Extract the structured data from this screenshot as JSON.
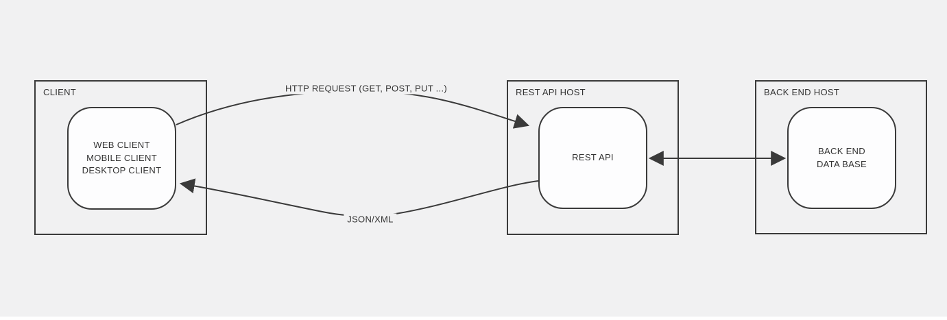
{
  "colors": {
    "background": "#f1f1f2",
    "node-fill": "#fdfdfe",
    "stroke": "#3a3a3a",
    "text": "#333333"
  },
  "nodes": {
    "client": {
      "host_label": "CLIENT",
      "lines": [
        "WEB CLIENT",
        "MOBILE CLIENT",
        "DESKTOP CLIENT"
      ]
    },
    "rest_api": {
      "host_label": "REST API HOST",
      "lines": [
        "REST API"
      ]
    },
    "backend": {
      "host_label": "BACK END HOST",
      "lines": [
        "BACK END",
        "DATA BASE"
      ]
    }
  },
  "edges": {
    "request": {
      "label": "HTTP REQUEST (GET, POST, PUT ...)"
    },
    "response": {
      "label": "JSON/XML"
    }
  }
}
